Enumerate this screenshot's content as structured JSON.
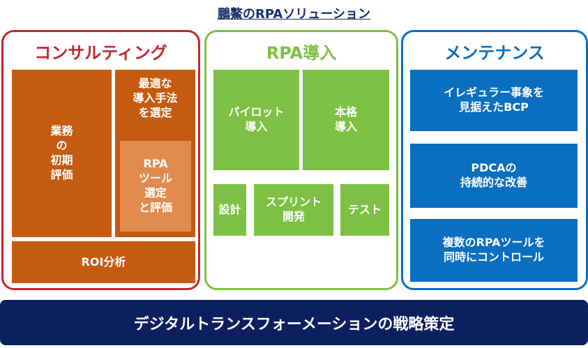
{
  "title": "鵬鰲のRPAソリューション",
  "colors": {
    "consulting": "#c0282e",
    "rpa": "#7dc043",
    "maintenance": "#0a6ec1",
    "bottom": "#0c1f5e"
  },
  "consulting": {
    "title": "コンサルティング",
    "initial_eval": "業務\nの\n初期\n評価",
    "best_method": "最適な\n導入手法\nを選定",
    "tool_select": "RPA\nツール\n選定\nと評価",
    "roi": "ROI分析"
  },
  "rpa": {
    "title": "RPA導入",
    "pilot": "パイロット\n導入",
    "full": "本格\n導入",
    "design": "設計",
    "sprint": "スプリント\n開発",
    "test": "テスト"
  },
  "maintenance": {
    "title": "メンテナンス",
    "bcp": "イレギュラー事象を\n見据えたBCP",
    "pdca": "PDCAの\n持続的な改善",
    "control": "複数のRPAツールを\n同時にコントロール"
  },
  "bottom_banner": "デジタルトランスフォーメーションの戦略策定"
}
